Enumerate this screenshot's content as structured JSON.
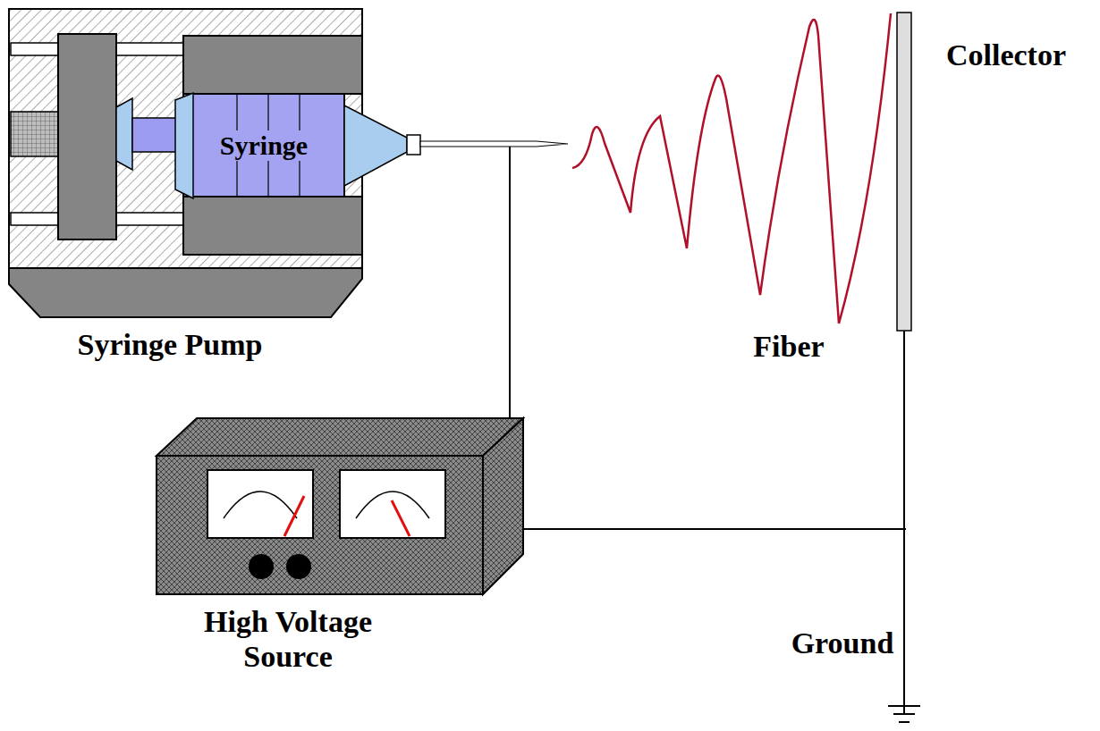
{
  "diagram": {
    "nodes": [
      {
        "text": [
          "Syringe"
        ]
      }
    ],
    "labels": [
      "Collector",
      "Syringe Pump",
      "Fiber",
      "High Voltage Source",
      "Ground"
    ]
  }
}
